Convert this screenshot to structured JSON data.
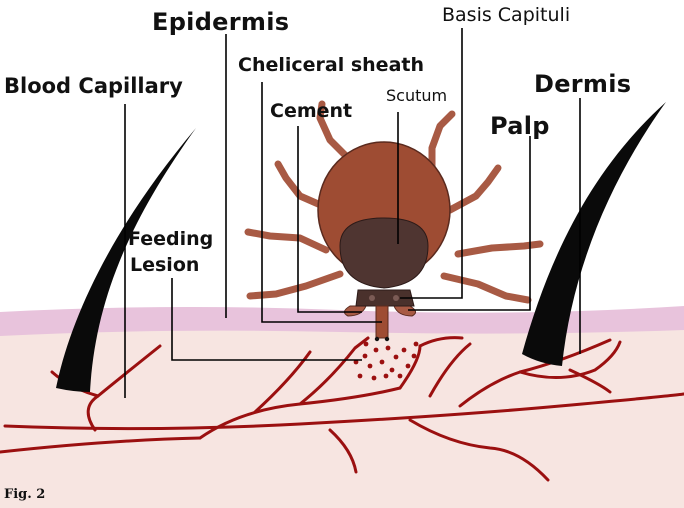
{
  "figure": {
    "caption": "Fig. 2",
    "colors": {
      "epidermis": "#e8c3dc",
      "dermis": "#f7e5e1",
      "capillary": "#9b1010",
      "tick_body": "#9e4c33",
      "scutum": "#4f3531",
      "legs": "#a85a44",
      "hair": "#0a0a0a",
      "leader_lines": "#000000"
    }
  },
  "labels": {
    "epidermis": "Epidermis",
    "basis_capituli": "Basis Capituli",
    "blood_capillary": "Blood Capillary",
    "cheliceral_sheath": "Cheliceral sheath",
    "dermis": "Dermis",
    "cement": "Cement",
    "scutum": "Scutum",
    "palp": "Palp",
    "feeding_lesion_1": "Feeding",
    "feeding_lesion_2": "Lesion"
  }
}
